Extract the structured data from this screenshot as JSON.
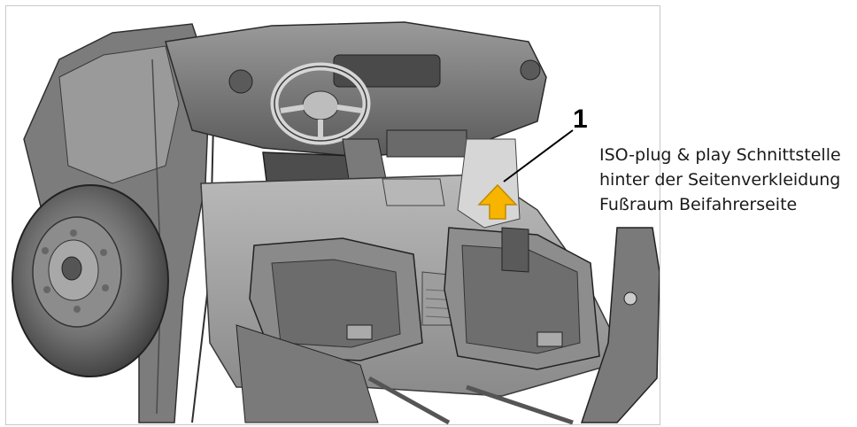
{
  "callout": {
    "number": "1",
    "lines": [
      "ISO-plug & play Schnittstelle",
      "hinter der Seitenverkleidung",
      "Fußraum Beifahrerseite"
    ]
  },
  "colors": {
    "arrow": "#f7b500",
    "body": "#8d8d8d",
    "dark": "#3c3c3c"
  }
}
